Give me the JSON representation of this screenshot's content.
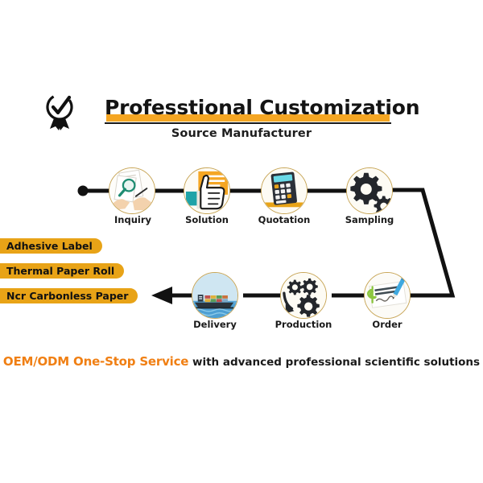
{
  "header": {
    "badge_icon": "award-check-badge-icon",
    "title": "Professtional Customization",
    "subtitle": "Source Manufacturer",
    "title_highlight_color": "#F5A623"
  },
  "flow": {
    "row1": [
      {
        "label": "Inquiry",
        "icon": "magnifier-document-icon"
      },
      {
        "label": "Solution",
        "icon": "thumbs-up-icon"
      },
      {
        "label": "Quotation",
        "icon": "calculator-icon"
      },
      {
        "label": "Sampling",
        "icon": "gears-icon"
      }
    ],
    "row2": [
      {
        "label": "Delivery",
        "icon": "container-ship-icon"
      },
      {
        "label": "Production",
        "icon": "gears-arrow-icon"
      },
      {
        "label": "Order",
        "icon": "signing-pen-icon"
      }
    ],
    "line_color": "#111111",
    "node_ring_color": "#C8A658"
  },
  "tags": {
    "color": "#E8A317",
    "items": [
      "Adhesive Label",
      "Thermal Paper Roll",
      "Ncr Carbonless Paper"
    ]
  },
  "footer": {
    "accent_text": "OEM/ODM One-Stop Service",
    "rest_text": " with advanced professional scientific solutions",
    "accent_color": "#F07F13"
  }
}
